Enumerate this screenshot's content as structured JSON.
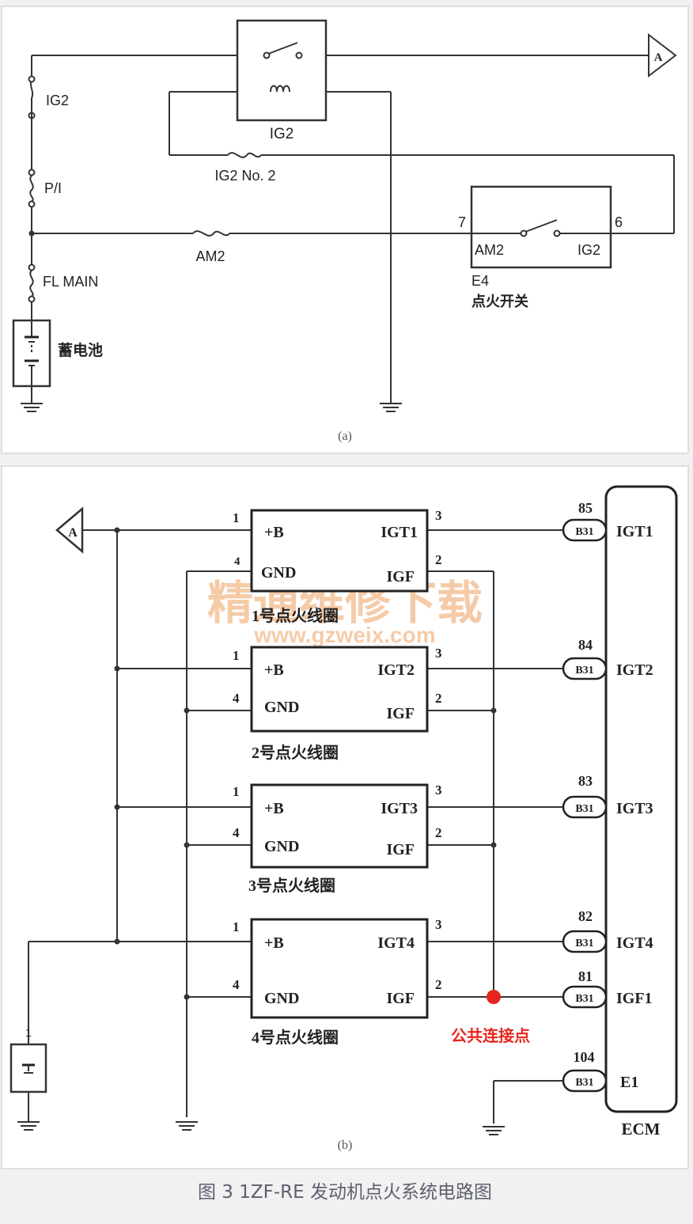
{
  "figure_caption": "图 3 1ZF-RE 发动机点火系统电路图",
  "panel_a": {
    "sublabel": "(a)",
    "relay_label": "IG2",
    "off_page_connector": "A",
    "fuses": {
      "ig2": "IG2",
      "pi": "P/I",
      "ig2_no2": "IG2 No. 2",
      "am2": "AM2",
      "fl_main": "FL MAIN"
    },
    "battery_label": "蓄电池",
    "ignition_switch": {
      "pin_in": "7",
      "pin_out": "6",
      "terminal_in": "AM2",
      "terminal_out": "IG2",
      "connector": "E4",
      "name": "点火开关"
    }
  },
  "panel_b": {
    "sublabel": "(b)",
    "off_page_connector": "A",
    "battery_pin": "1",
    "coils": [
      {
        "label": "1号点火线圈",
        "b": "+B",
        "gnd": "GND",
        "igt": "IGT1",
        "igf": "IGF",
        "pin_b": "1",
        "pin_gnd": "4",
        "pin_igt": "3",
        "pin_igf": "2"
      },
      {
        "label": "2号点火线圈",
        "b": "+B",
        "gnd": "GND",
        "igt": "IGT2",
        "igf": "IGF",
        "pin_b": "1",
        "pin_gnd": "4",
        "pin_igt": "3",
        "pin_igf": "2"
      },
      {
        "label": "3号点火线圈",
        "b": "+B",
        "gnd": "GND",
        "igt": "IGT3",
        "igf": "IGF",
        "pin_b": "1",
        "pin_gnd": "4",
        "pin_igt": "3",
        "pin_igf": "2"
      },
      {
        "label": "4号点火线圈",
        "b": "+B",
        "gnd": "GND",
        "igt": "IGT4",
        "igf": "IGF",
        "pin_b": "1",
        "pin_gnd": "4",
        "pin_igt": "3",
        "pin_igf": "2"
      }
    ],
    "ecm": {
      "label": "ECM",
      "terminals": [
        {
          "pin": "85",
          "connector": "B31",
          "name": "IGT1"
        },
        {
          "pin": "84",
          "connector": "B31",
          "name": "IGT2"
        },
        {
          "pin": "83",
          "connector": "B31",
          "name": "IGT3"
        },
        {
          "pin": "82",
          "connector": "B31",
          "name": "IGT4"
        },
        {
          "pin": "81",
          "connector": "B31",
          "name": "IGF1"
        },
        {
          "pin": "104",
          "connector": "B31",
          "name": "E1"
        }
      ]
    },
    "common_point_label": "公共连接点",
    "common_point_color": "#e8251c"
  },
  "watermark": {
    "line1": "精通维修下载",
    "line2": "www.gzweix.com",
    "color": "#f1b98a"
  }
}
